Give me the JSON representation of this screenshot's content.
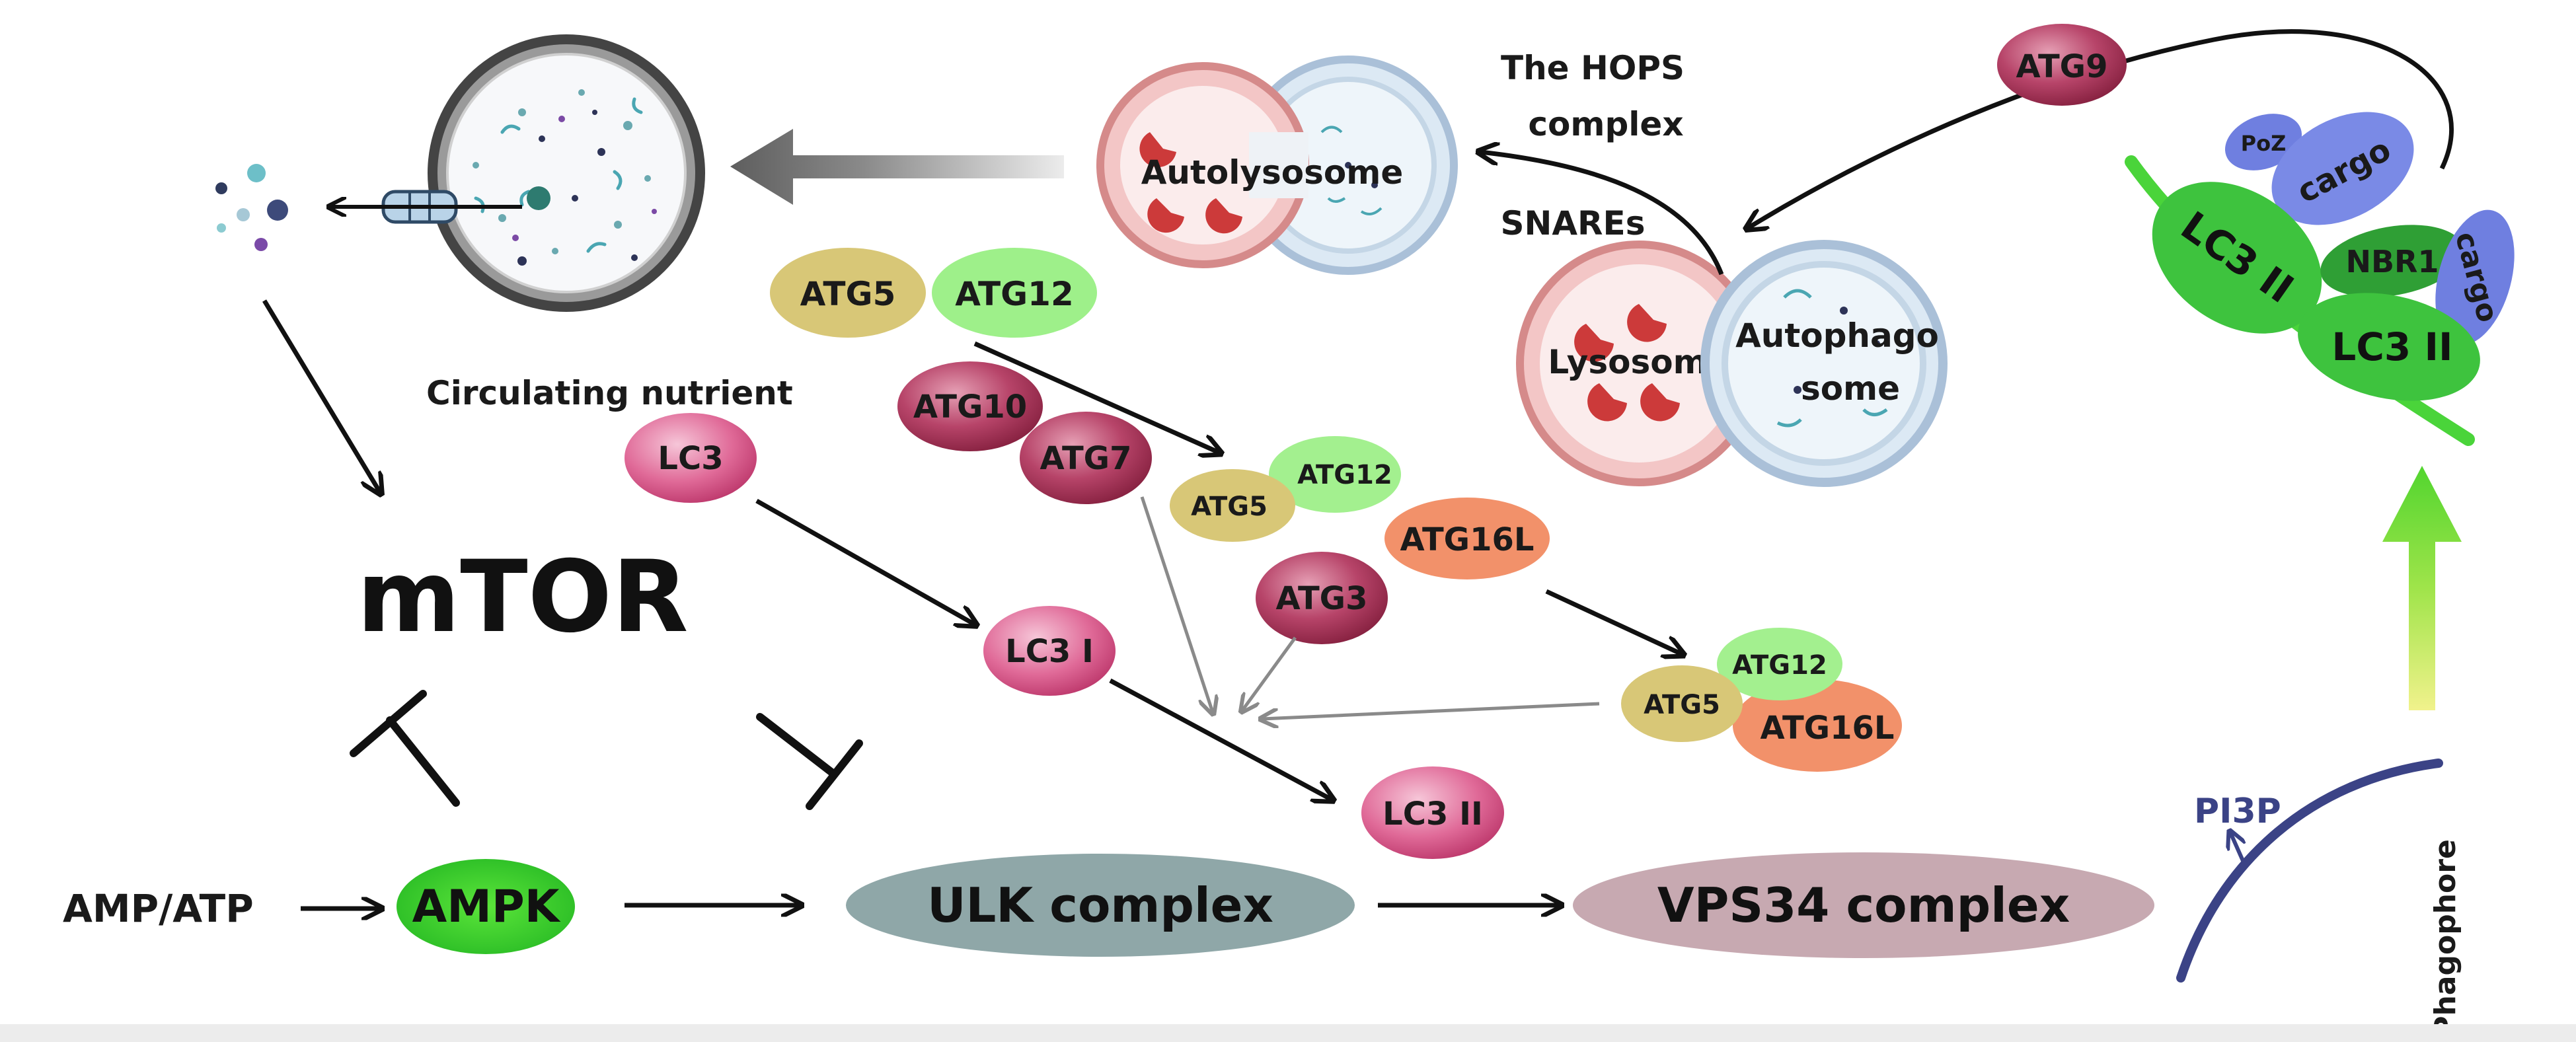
{
  "labels": {
    "mtor": "mTOR",
    "amp_atp": "AMP/ATP",
    "ampk": "AMPK",
    "ulk": "ULK complex",
    "vps34": "VPS34 complex",
    "pi3p": "PI3P",
    "phagophore": "Phagophore",
    "circulating_nutrient": "Circulating nutrient",
    "autolysosome": "Autolysosome",
    "hops_line1": "The HOPS",
    "hops_line2": "complex",
    "snares": "SNAREs",
    "lysosome": "Lysosome",
    "autophagosome_line1": "Autophago",
    "autophagosome_line2": "some"
  },
  "proteins": {
    "atg5": "ATG5",
    "atg12": "ATG12",
    "atg10": "ATG10",
    "atg7": "ATG7",
    "atg3": "ATG3",
    "atg16l": "ATG16L",
    "atg9": "ATG9",
    "lc3": "LC3",
    "lc3_i": "LC3 I",
    "lc3_ii": "LC3 II",
    "complex1_atg12": "ATG12",
    "complex1_atg5": "ATG5",
    "complex2_atg12": "ATG12",
    "complex2_atg5": "ATG5",
    "complex2_atg16l": "ATG16L"
  },
  "receptor_cluster": {
    "poz": "PoZ",
    "cargo_top": "cargo",
    "nbr1": "NBR1",
    "cargo_side": "cargo",
    "lc3_ii_top": "LC3 II",
    "lc3_ii_bottom": "LC3 II"
  },
  "colors": {
    "ampk": "#2ed12e",
    "ulk": "#8fa7a8",
    "vps34": "#c7a9b1",
    "lc3_ii_green": "#3ec33e",
    "cargo": "#6f7fe0",
    "phagophore": "#3b4386",
    "arrow_gray": "#8a8a8a"
  }
}
